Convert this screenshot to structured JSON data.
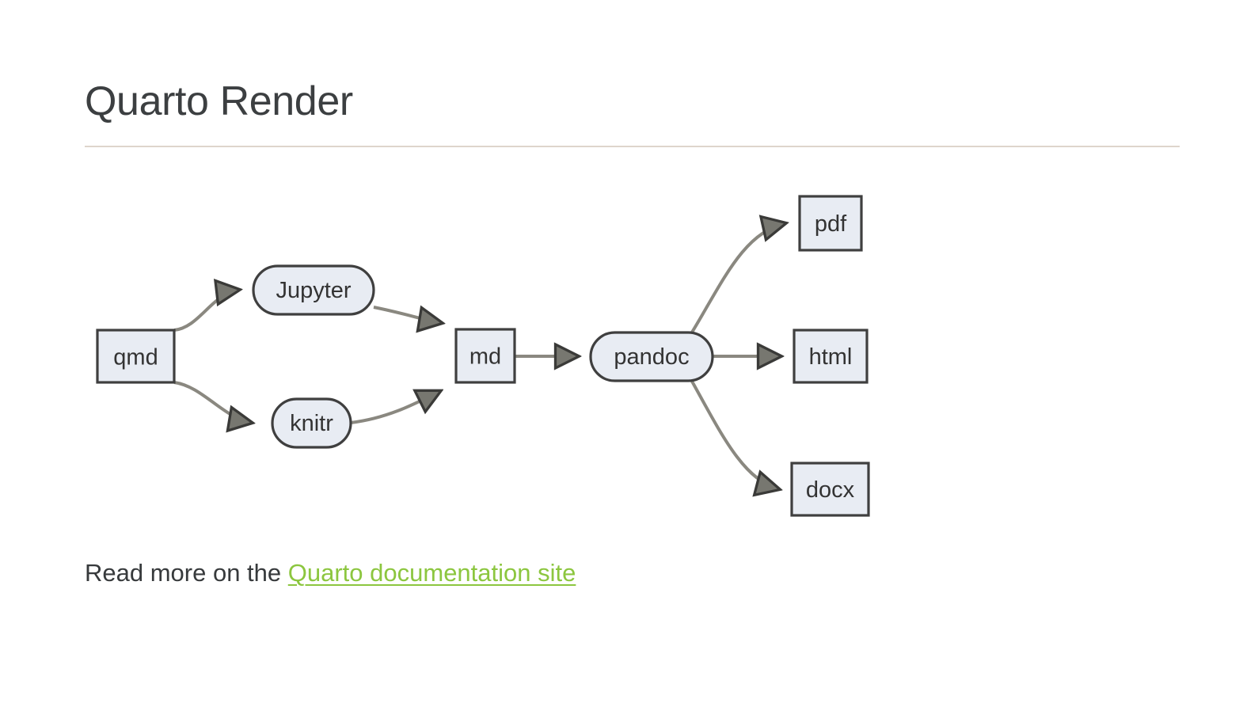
{
  "page": {
    "title": "Quarto Render",
    "background_color": "#ffffff",
    "text_color": "#373a3c",
    "rule_color": "#ded5cc"
  },
  "diagram": {
    "name": "quarto-render-flowchart",
    "node_fill": "#e8ecf3",
    "node_stroke": "#3f3f3f",
    "edge_color": "#8a8880",
    "arrow_fill": "#777770",
    "nodes": [
      {
        "id": "qmd",
        "label": "qmd",
        "shape": "rect"
      },
      {
        "id": "jupyter",
        "label": "Jupyter",
        "shape": "stadium"
      },
      {
        "id": "knitr",
        "label": "knitr",
        "shape": "stadium"
      },
      {
        "id": "md",
        "label": "md",
        "shape": "rect"
      },
      {
        "id": "pandoc",
        "label": "pandoc",
        "shape": "stadium"
      },
      {
        "id": "pdf",
        "label": "pdf",
        "shape": "rect"
      },
      {
        "id": "html",
        "label": "html",
        "shape": "rect"
      },
      {
        "id": "docx",
        "label": "docx",
        "shape": "rect"
      }
    ],
    "edges": [
      {
        "from": "qmd",
        "to": "jupyter"
      },
      {
        "from": "qmd",
        "to": "knitr"
      },
      {
        "from": "jupyter",
        "to": "md"
      },
      {
        "from": "knitr",
        "to": "md"
      },
      {
        "from": "md",
        "to": "pandoc"
      },
      {
        "from": "pandoc",
        "to": "pdf"
      },
      {
        "from": "pandoc",
        "to": "html"
      },
      {
        "from": "pandoc",
        "to": "docx"
      }
    ]
  },
  "footer": {
    "lead_text": "Read more on the ",
    "link_text": "Quarto documentation site",
    "link_color": "#8cc63f"
  }
}
